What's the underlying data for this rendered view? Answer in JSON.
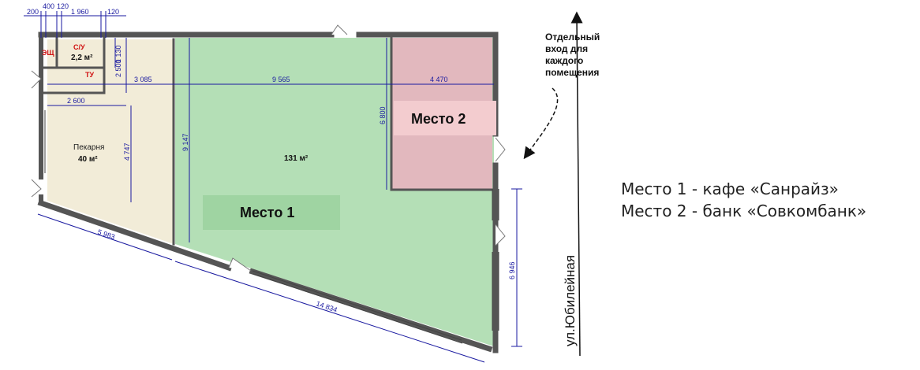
{
  "rooms": {
    "esch": "ЭЩ",
    "wc": {
      "name": "С/У",
      "area": "2,2 м²"
    },
    "tu": "ТУ",
    "bakery": {
      "name": "Пекарня",
      "area": "40 м²"
    },
    "main_area": "131 м²"
  },
  "places": {
    "place1": "Место 1",
    "place2": "Место 2"
  },
  "dimensions": {
    "top_200": "200",
    "top_400": "400",
    "top_120a": "120",
    "top_1960": "1 960",
    "top_120b": "120",
    "d_1130": "1 130",
    "d_2500": "2 500",
    "d_3085": "3 085",
    "d_9565": "9 565",
    "d_4470": "4 470",
    "d_2600": "2 600",
    "d_6800": "6 800",
    "d_9147": "9 147",
    "d_4747": "4 747",
    "d_5983": "5 983",
    "d_14834": "14 834",
    "d_6946": "6 946"
  },
  "note": [
    "Отдельный",
    "вход для",
    "каждого",
    "помещения"
  ],
  "street": "ул.Юбилейная",
  "legend": [
    "Место 1 - кафе «Санрайз»",
    "Место 2 - банк «Совкомбанк»"
  ],
  "colors": {
    "wall": "#555555",
    "bakery_fill": "#f2ecd8",
    "main_fill": "#b4dfb6",
    "place2_fill": "#e2b8be",
    "place1_label_bg": "#9fd4a2",
    "place2_label_bg": "#f3cccf",
    "dimension": "#1a1aa0"
  }
}
